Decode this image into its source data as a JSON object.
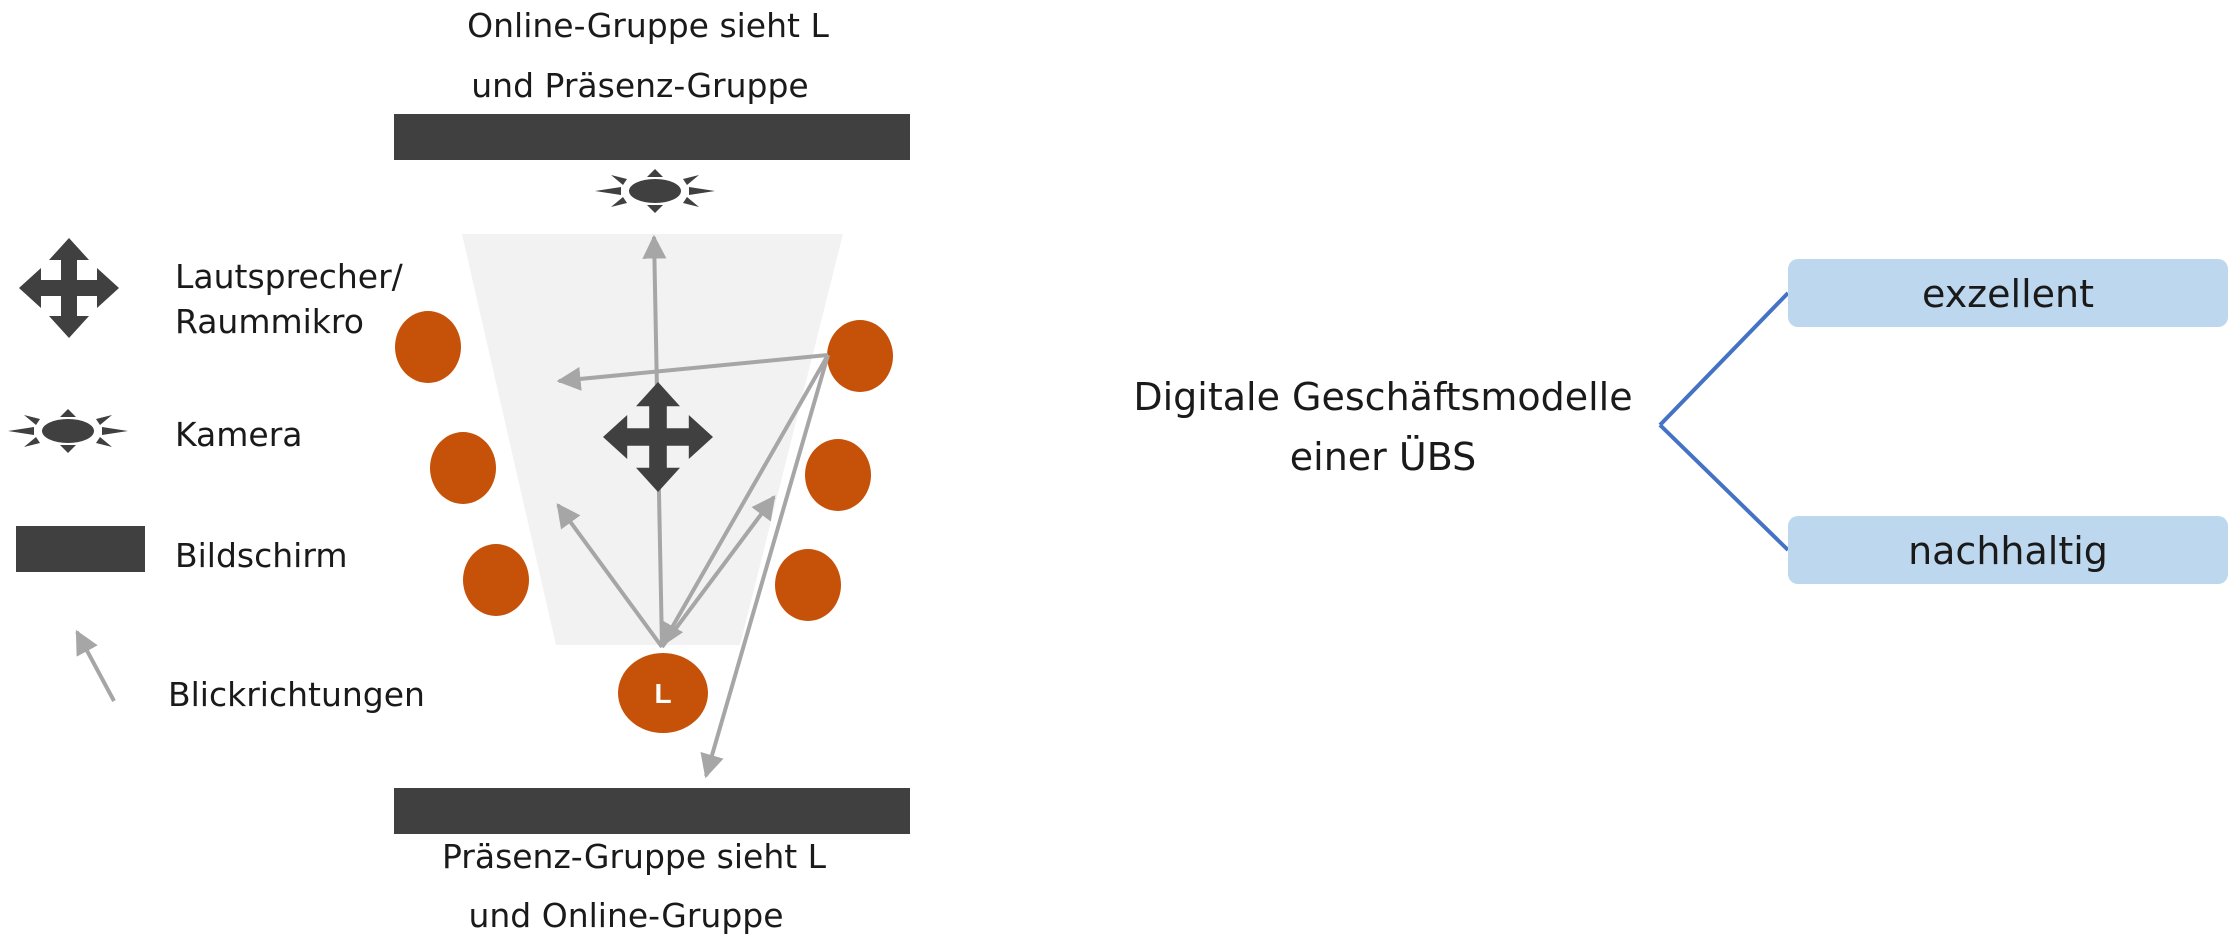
{
  "classroom": {
    "top_caption": [
      "Online-Gruppe sieht L",
      "und Präsenz-Gruppe"
    ],
    "bottom_caption": [
      "Präsenz-Gruppe sieht L",
      "und Online-Gruppe"
    ],
    "teacher_label": "L",
    "colors": {
      "screen": "#404040",
      "participant": "#c65109",
      "arrow": "#a6a6a6",
      "room": "#f2f2f2"
    }
  },
  "legend": {
    "speaker": [
      "Lautsprecher/",
      "Raummikro"
    ],
    "camera": "Kamera",
    "screen": "Bildschirm",
    "gaze": "Blickrichtungen"
  },
  "tree": {
    "root": [
      "Digitale Geschäftsmodelle",
      "einer ÜBS"
    ],
    "children": [
      "exzellent",
      "nachhaltig"
    ],
    "colors": {
      "line": "#4472c4",
      "box": "#bdd7ee"
    }
  }
}
